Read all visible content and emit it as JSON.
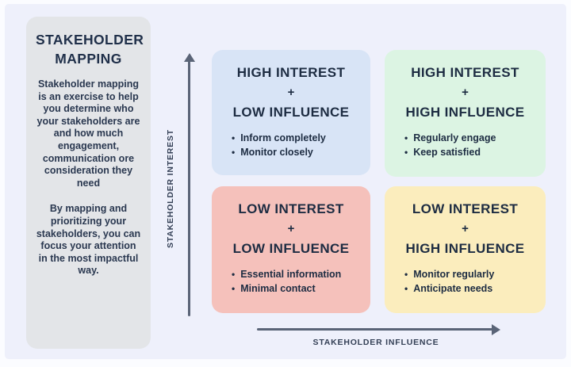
{
  "page": {
    "frame_color": "#fbfcff",
    "background_color": "#eef0fb",
    "text_color": "#1d2c42"
  },
  "sidebar": {
    "bg": "#e3e5e8",
    "title": "STAKEHOLDER MAPPING",
    "paragraphs": [
      "Stakeholder mapping is an exercise to help you determine who your stakeholders are and how much engagement, communication ore consideration they need",
      "By mapping and prioritizing your stakeholders, you can focus your attention in the most impactful way."
    ]
  },
  "axes": {
    "color": "#5a6477",
    "y_label": "STAKEHOLDER INTEREST",
    "x_label": "STAKEHOLDER INFLUENCE"
  },
  "quadrants": [
    {
      "id": "high-interest-low-influence",
      "bg": "#d8e4f6",
      "line1": "HIGH INTEREST",
      "plus": "+",
      "line2": "LOW INFLUENCE",
      "bullets": [
        "Inform completely",
        "Monitor closely"
      ]
    },
    {
      "id": "high-interest-high-influence",
      "bg": "#dcf4e3",
      "line1": "HIGH INTEREST",
      "plus": "+",
      "line2": "HIGH INFLUENCE",
      "bullets": [
        "Regularly engage",
        "Keep satisfied"
      ]
    },
    {
      "id": "low-interest-low-influence",
      "bg": "#f5c1bb",
      "line1": "LOW INTEREST",
      "plus": "+",
      "line2": "LOW INFLUENCE",
      "bullets": [
        "Essential information",
        "Minimal contact"
      ]
    },
    {
      "id": "low-interest-high-influence",
      "bg": "#fbedbd",
      "line1": "LOW INTEREST",
      "plus": "+",
      "line2": "HIGH INFLUENCE",
      "bullets": [
        "Monitor regularly",
        "Anticipate needs"
      ]
    }
  ]
}
